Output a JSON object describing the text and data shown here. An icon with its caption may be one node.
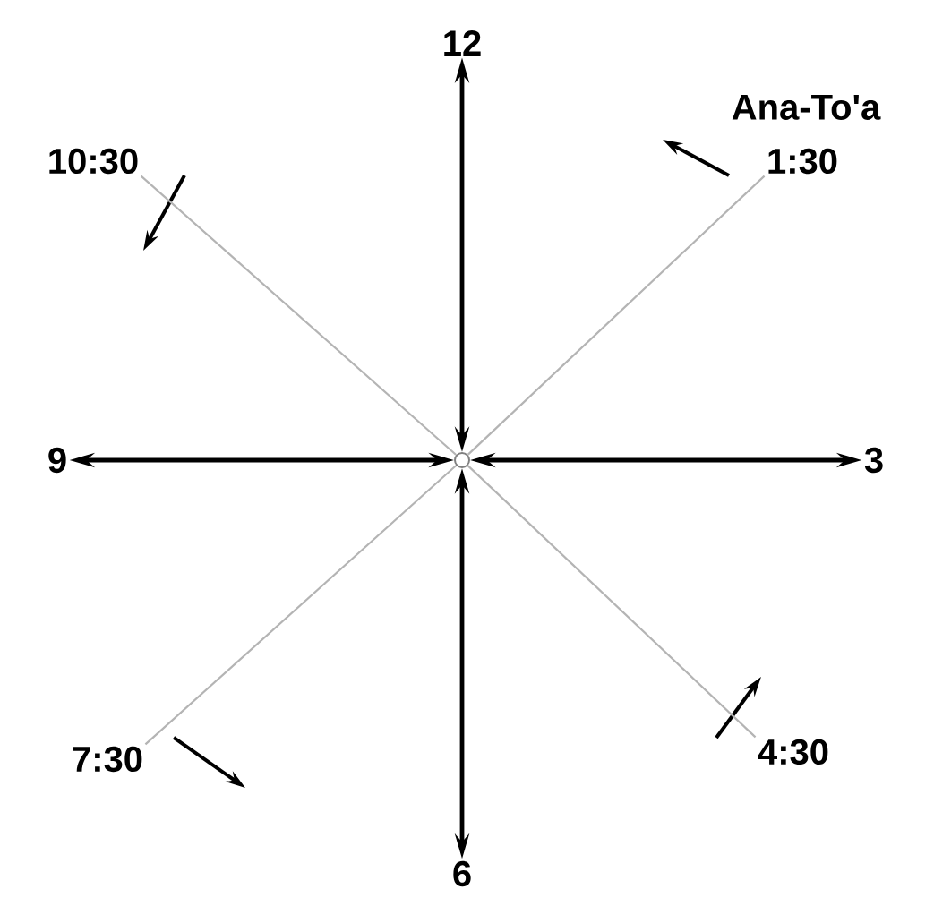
{
  "diagram": {
    "nodes": [
      {
        "text": [
          "12"
        ]
      },
      {
        "text": [
          "10:30"
        ]
      },
      {
        "text": [
          "1:30"
        ]
      },
      {
        "text": [
          "9"
        ]
      },
      {
        "text": [],
        "shape": "circle"
      },
      {
        "text": [
          "3"
        ]
      },
      {
        "text": [
          "7:30"
        ]
      },
      {
        "text": [
          "4:30"
        ]
      },
      {
        "text": [
          "6"
        ]
      }
    ],
    "edges": [
      {
        "from": 4,
        "to": 0,
        "arrow": "both"
      },
      {
        "from": 4,
        "to": 1,
        "arrow": "none",
        "color": "#b4b4b4"
      },
      {
        "from": 4,
        "to": 2,
        "arrow": "none",
        "color": "#b4b4b4"
      },
      {
        "from": 4,
        "to": 3,
        "arrow": "both"
      },
      {
        "from": 4,
        "to": 5,
        "arrow": "both"
      },
      {
        "from": 4,
        "to": 6,
        "arrow": "none",
        "color": "#b4b4b4"
      },
      {
        "from": 4,
        "to": 7,
        "arrow": "none",
        "color": "#b4b4b4"
      },
      {
        "from": 4,
        "to": 8,
        "arrow": "both"
      }
    ],
    "labels": [
      "Ana-To'a"
    ]
  }
}
